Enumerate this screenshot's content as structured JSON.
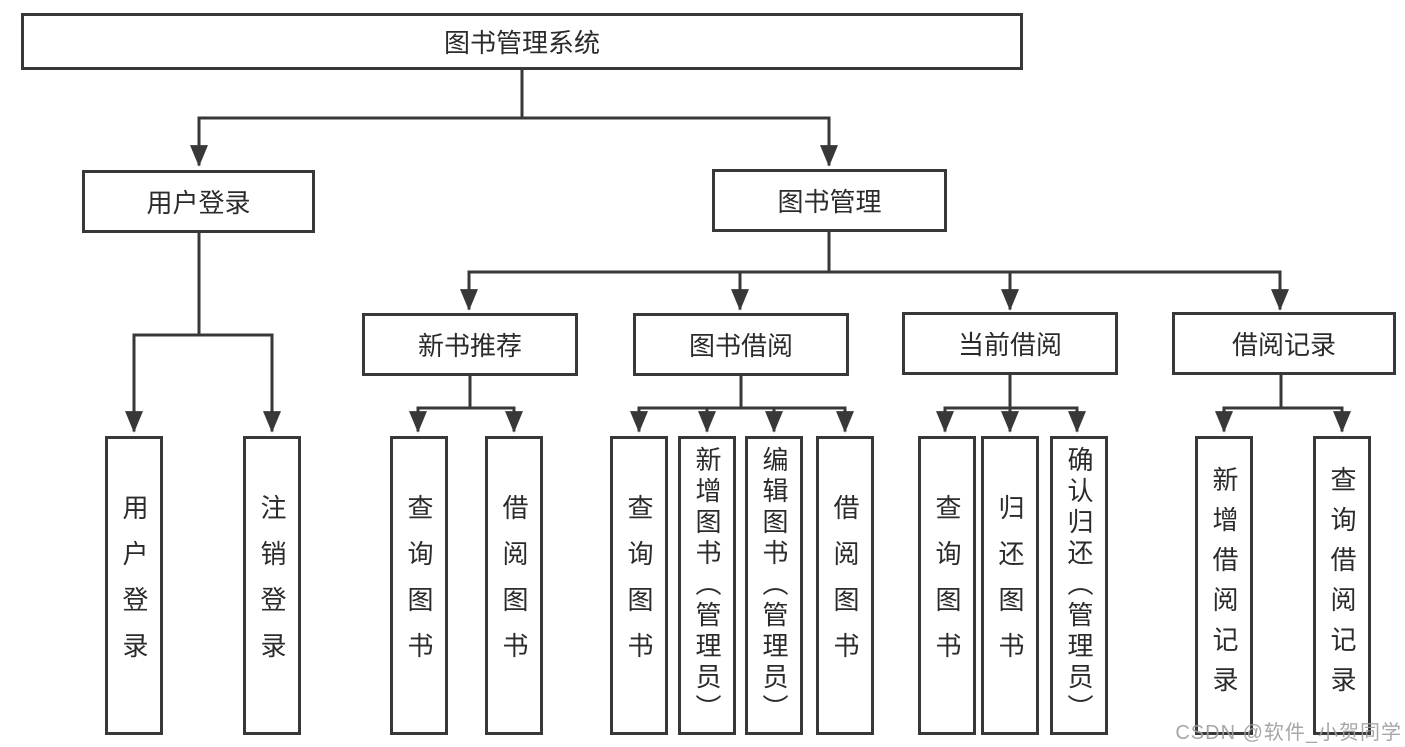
{
  "tree": {
    "root": {
      "label": "图书管理系统"
    },
    "branches": [
      {
        "label": "用户登录",
        "children": [
          {
            "label": "用户登录"
          },
          {
            "label": "注销登录"
          }
        ]
      },
      {
        "label": "图书管理",
        "children": [
          {
            "label": "新书推荐",
            "children": [
              {
                "label": "查询图书"
              },
              {
                "label": "借阅图书"
              }
            ]
          },
          {
            "label": "图书借阅",
            "children": [
              {
                "label": "查询图书"
              },
              {
                "label": "新增图书（管理员）"
              },
              {
                "label": "编辑图书（管理员）"
              },
              {
                "label": "借阅图书"
              }
            ]
          },
          {
            "label": "当前借阅",
            "children": [
              {
                "label": "查询图书"
              },
              {
                "label": "归还图书"
              },
              {
                "label": "确认归还（管理员）"
              }
            ]
          },
          {
            "label": "借阅记录",
            "children": [
              {
                "label": "新增借阅记录"
              },
              {
                "label": "查询借阅记录"
              }
            ]
          }
        ]
      }
    ]
  },
  "watermark": {
    "text": "CSDN @软件_小贺同学"
  },
  "colors": {
    "line": "#383838",
    "box_border": "#383838",
    "text": "#2b2b2b",
    "watermark": "#a0a0a0",
    "background": "#ffffff"
  }
}
